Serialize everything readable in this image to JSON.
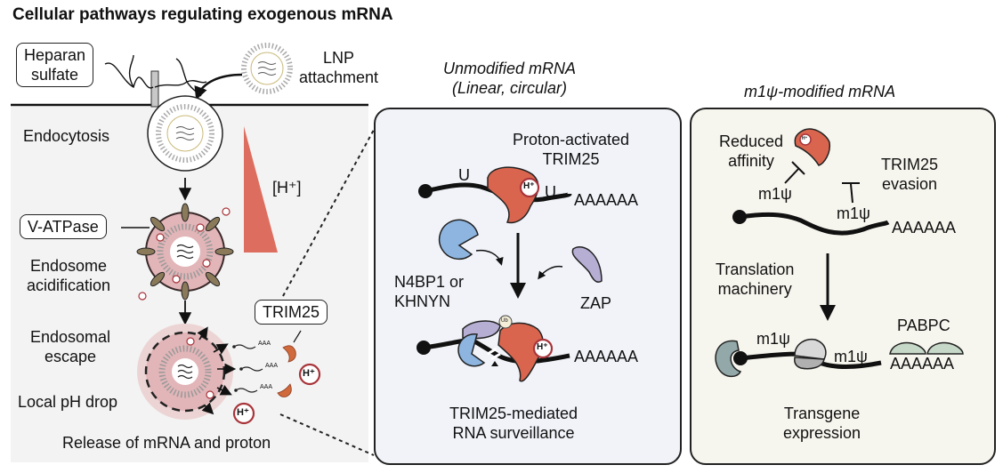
{
  "title": "Cellular pathways regulating exogenous mRNA",
  "colors": {
    "trim25": "#d9654e",
    "n4bp1": "#8db5e0",
    "zap": "#b6aed3",
    "endosome": "#e2b5b8",
    "proton_ring": "#a8343a",
    "gradient": "#dd6e5f",
    "pabpc": "#c6d8c8",
    "cap_protein": "#93a8a8",
    "ribosome": "#d8d8d8",
    "left_bg": "#f3f3f3",
    "mid_bg": "#f1f3f9",
    "right_bg": "#f7f6ee"
  },
  "left": {
    "heparan_sulfate": [
      "Heparan",
      "sulfate"
    ],
    "lnp_attachment": [
      "LNP",
      "attachment"
    ],
    "endocytosis": "Endocytosis",
    "h_gradient": "[H⁺]",
    "v_atpase": "V-ATPase",
    "endosome_acidification": [
      "Endosome",
      "acidification"
    ],
    "endosomal_escape": [
      "Endosomal",
      "escape"
    ],
    "local_ph_drop": "Local pH drop",
    "trim25_box": "TRIM25",
    "release": "Release of mRNA and proton",
    "polya_small": "AAA",
    "proton": "H⁺"
  },
  "middle": {
    "heading": [
      "Unmodified mRNA",
      "(Linear, circular)"
    ],
    "proton_activated": [
      "Proton-activated",
      "TRIM25"
    ],
    "u1": "U",
    "u2": "U",
    "polya": "AAAAAA",
    "n4bp1": [
      "N4BP1 or",
      "KHNYN"
    ],
    "zap": "ZAP",
    "ub": "Ub",
    "proton": "H⁺",
    "caption": [
      "TRIM25-mediated",
      "RNA surveillance"
    ]
  },
  "right": {
    "heading": "m1ψ-modified mRNA",
    "reduced_affinity": [
      "Reduced",
      "affinity"
    ],
    "trim25_evasion": [
      "TRIM25",
      "evasion"
    ],
    "m1psi": "m1ψ",
    "polya": "AAAAAA",
    "translation_machinery": [
      "Translation",
      "machinery"
    ],
    "pabpc": "PABPC",
    "caption": [
      "Transgene",
      "expression"
    ],
    "proton": "H⁺"
  }
}
